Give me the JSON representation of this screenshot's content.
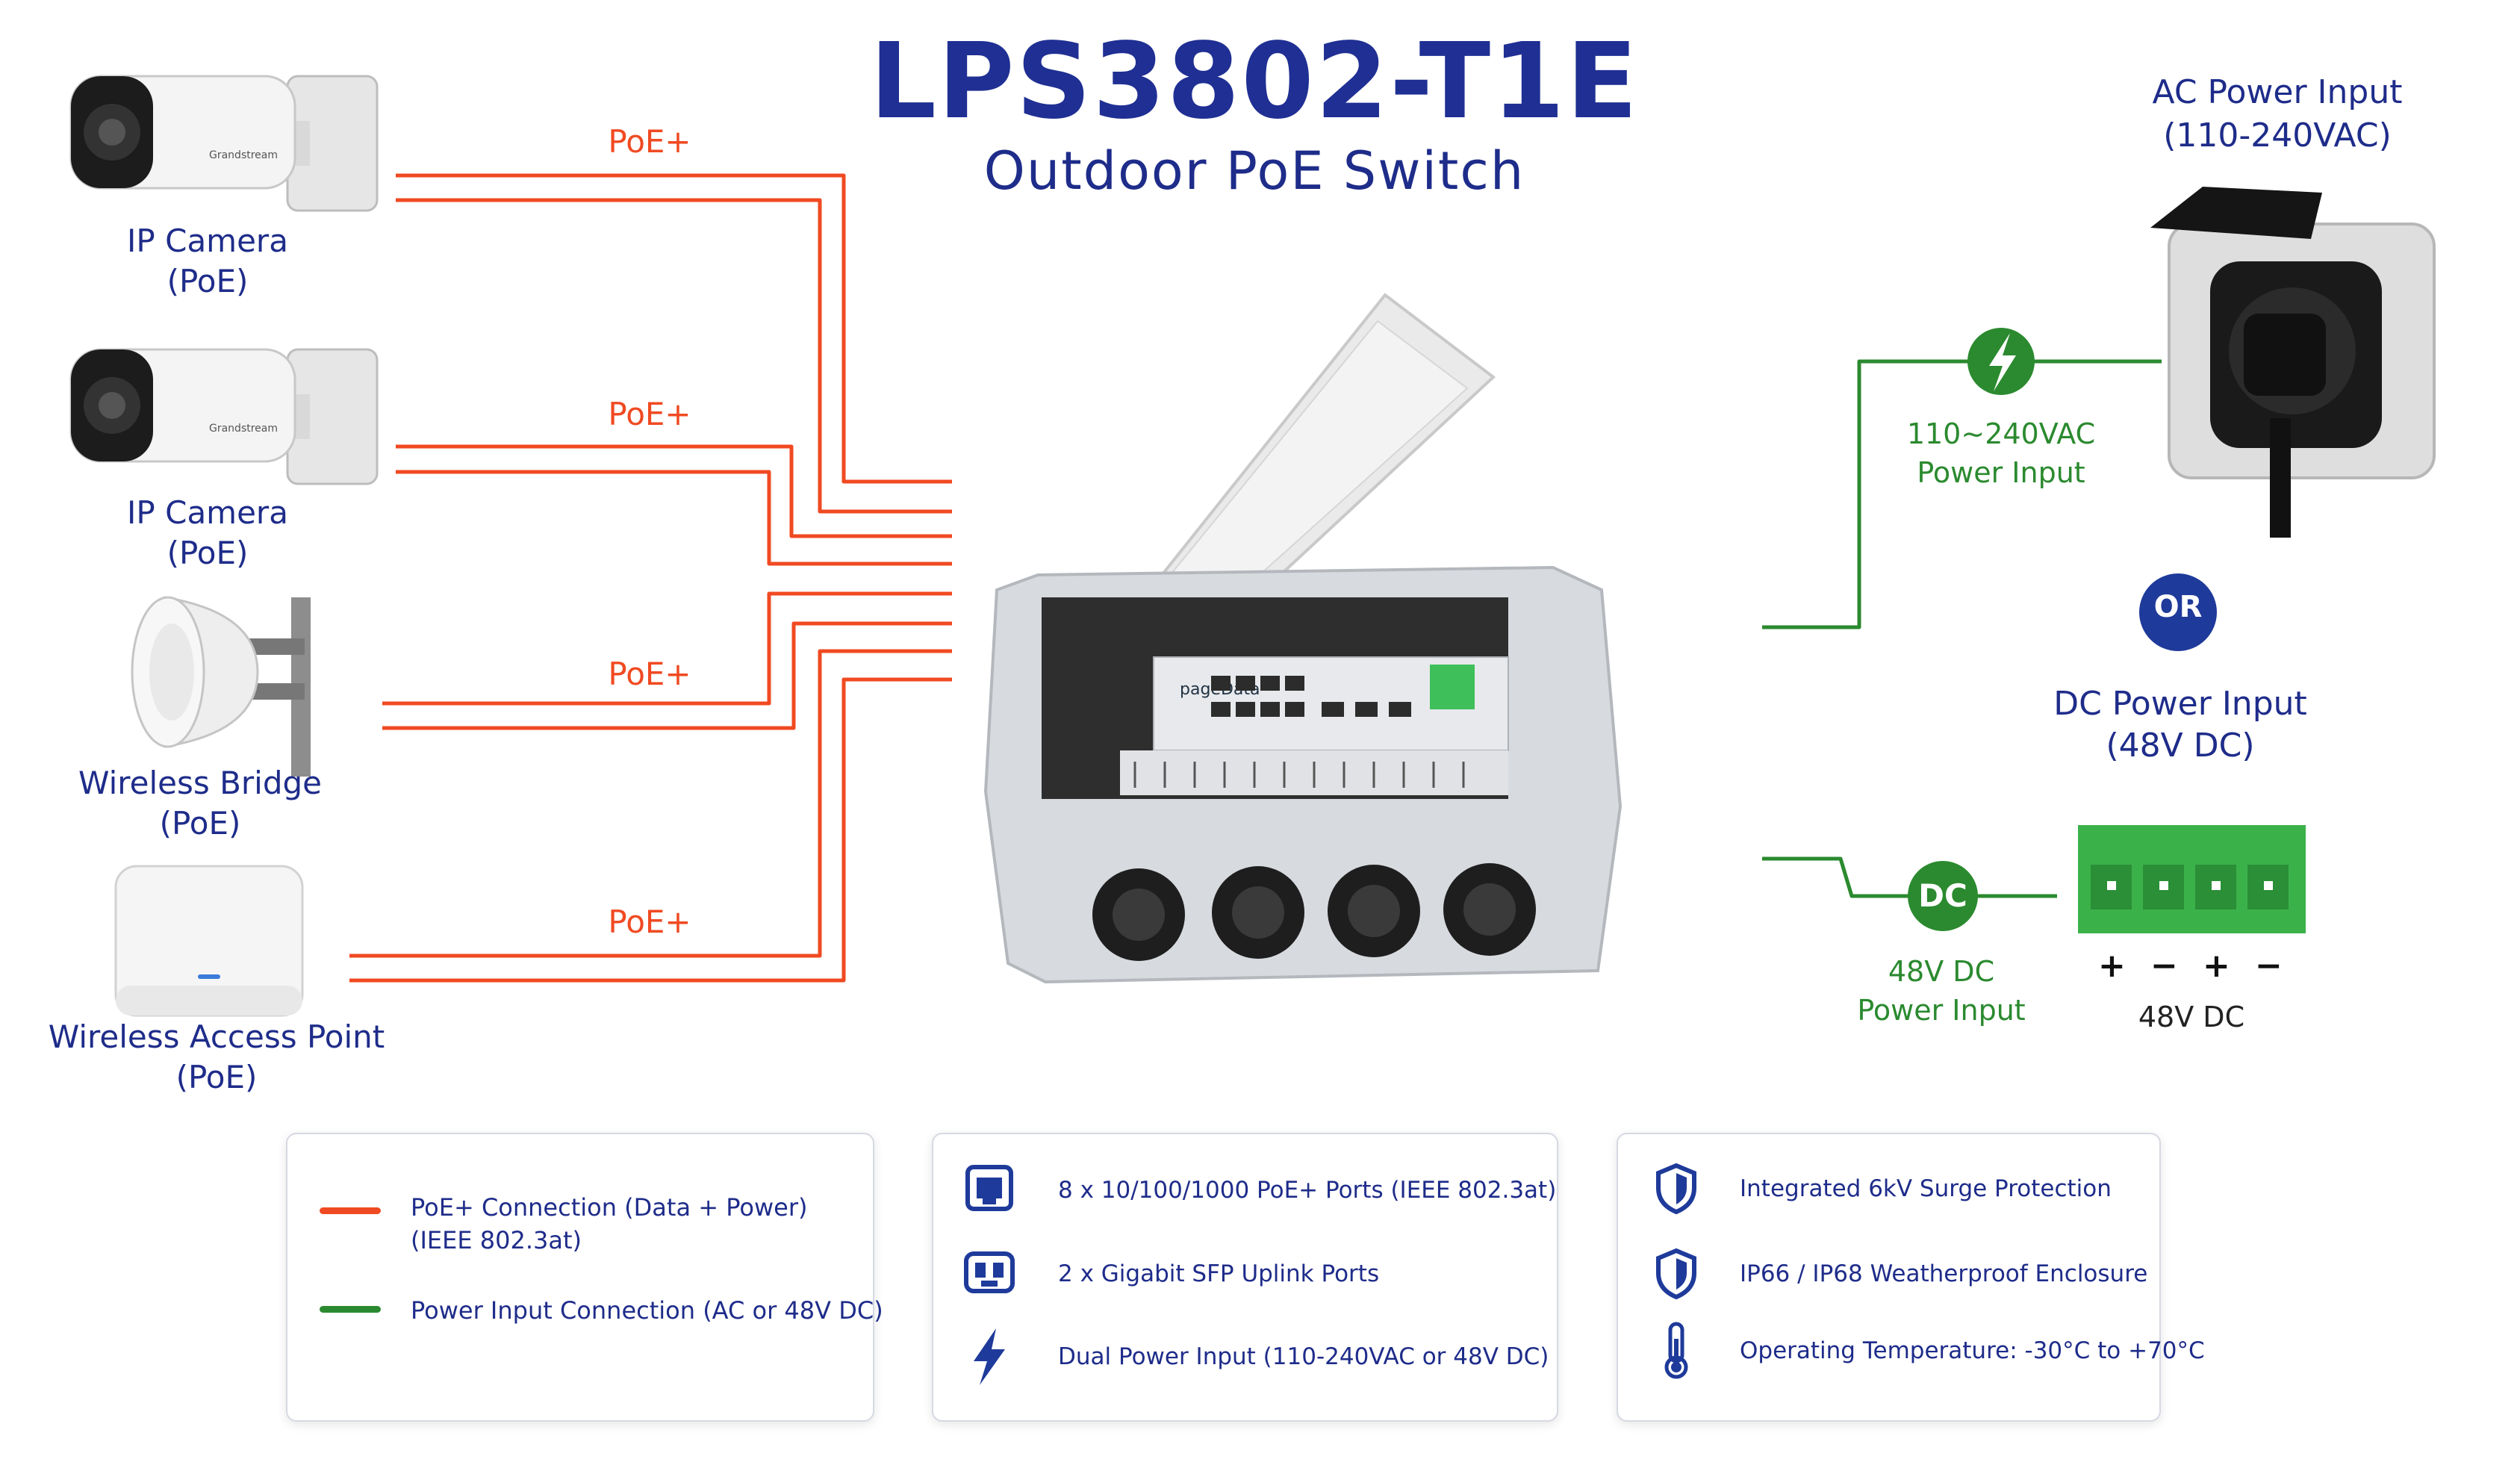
{
  "header": {
    "title": "LPS3802-T1E",
    "subtitle": "Outdoor PoE Switch"
  },
  "devices": [
    {
      "name": "IP Camera",
      "sub": "(PoE)",
      "link": "PoE+"
    },
    {
      "name": "IP Camera",
      "sub": "(PoE)",
      "link": "PoE+"
    },
    {
      "name": "Wireless Bridge",
      "sub": "(PoE)",
      "link": "PoE+"
    },
    {
      "name": "Wireless Access Point",
      "sub": "(PoE)",
      "link": "PoE+"
    }
  ],
  "camera_brand": "Grandstream",
  "switch_brand": "pageData",
  "power": {
    "ac_title": "AC Power Input",
    "ac_range": "(110-240VAC)",
    "ac_badge_label_1": "110~240VAC",
    "ac_badge_label_2": "Power Input",
    "or": "OR",
    "dc_title": "DC Power Input",
    "dc_range": "(48V DC)",
    "dc_badge": "DC",
    "dc_badge_label_1": "48V DC",
    "dc_badge_label_2": "Power Input",
    "terminal_signs": [
      "+",
      "−",
      "+",
      "−"
    ],
    "terminal_label": "48V DC"
  },
  "legend": [
    {
      "color": "#f04a22",
      "line1": "PoE+ Connection (Data + Power)",
      "line2": "(IEEE 802.3at)"
    },
    {
      "color": "#2b8a2f",
      "line1": "Power Input Connection (AC or 48V DC)",
      "line2": ""
    }
  ],
  "features_a": [
    {
      "icon": "ethernet-port-icon",
      "text": "8 x 10/100/1000 PoE+ Ports (IEEE 802.3at)"
    },
    {
      "icon": "sfp-port-icon",
      "text": "2 x Gigabit SFP Uplink Ports"
    },
    {
      "icon": "lightning-bolt-icon",
      "text": "Dual Power Input (110-240VAC or 48V DC)"
    }
  ],
  "features_b": [
    {
      "icon": "shield-icon",
      "text": "Integrated 6kV Surge Protection"
    },
    {
      "icon": "shield-icon",
      "text": "IP66 / IP68 Weatherproof Enclosure"
    },
    {
      "icon": "thermometer-icon",
      "text": "Operating Temperature: -30°C to +70°C"
    }
  ],
  "colors": {
    "poe": "#f04a22",
    "power": "#2b8a2f",
    "navy": "#1e2c8a",
    "title": "#1f2f93"
  }
}
